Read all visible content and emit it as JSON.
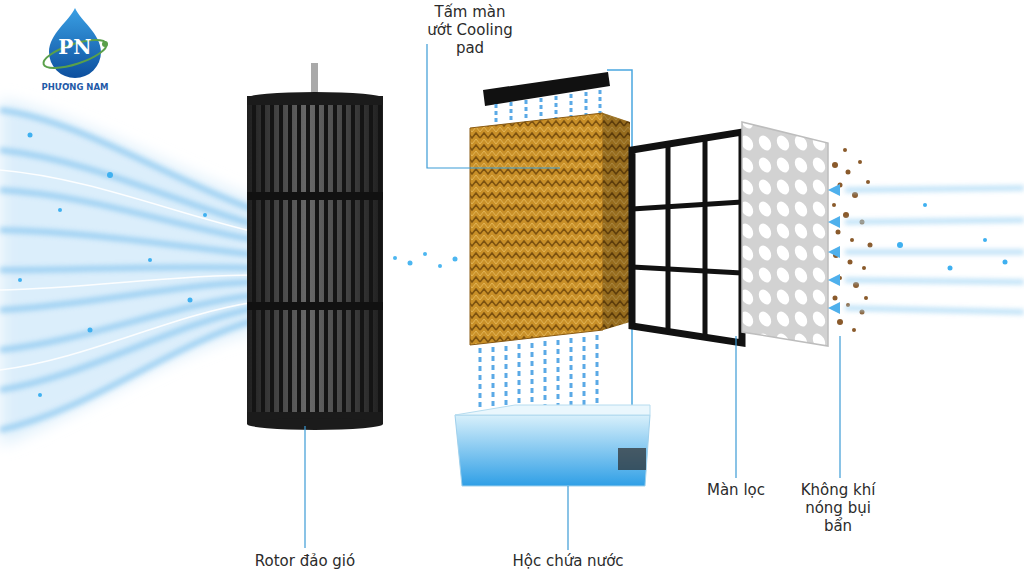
{
  "diagram": {
    "nodes": [
      {
        "text": [
          "PN",
          "PHƯƠNG NAM"
        ]
      }
    ],
    "labels": [
      "Tấm màn ướt Cooling pad",
      "Rotor đảo gió",
      "Hộc chứa nước",
      "Màn lọc",
      "Không khí nóng bụi bẩn"
    ]
  }
}
